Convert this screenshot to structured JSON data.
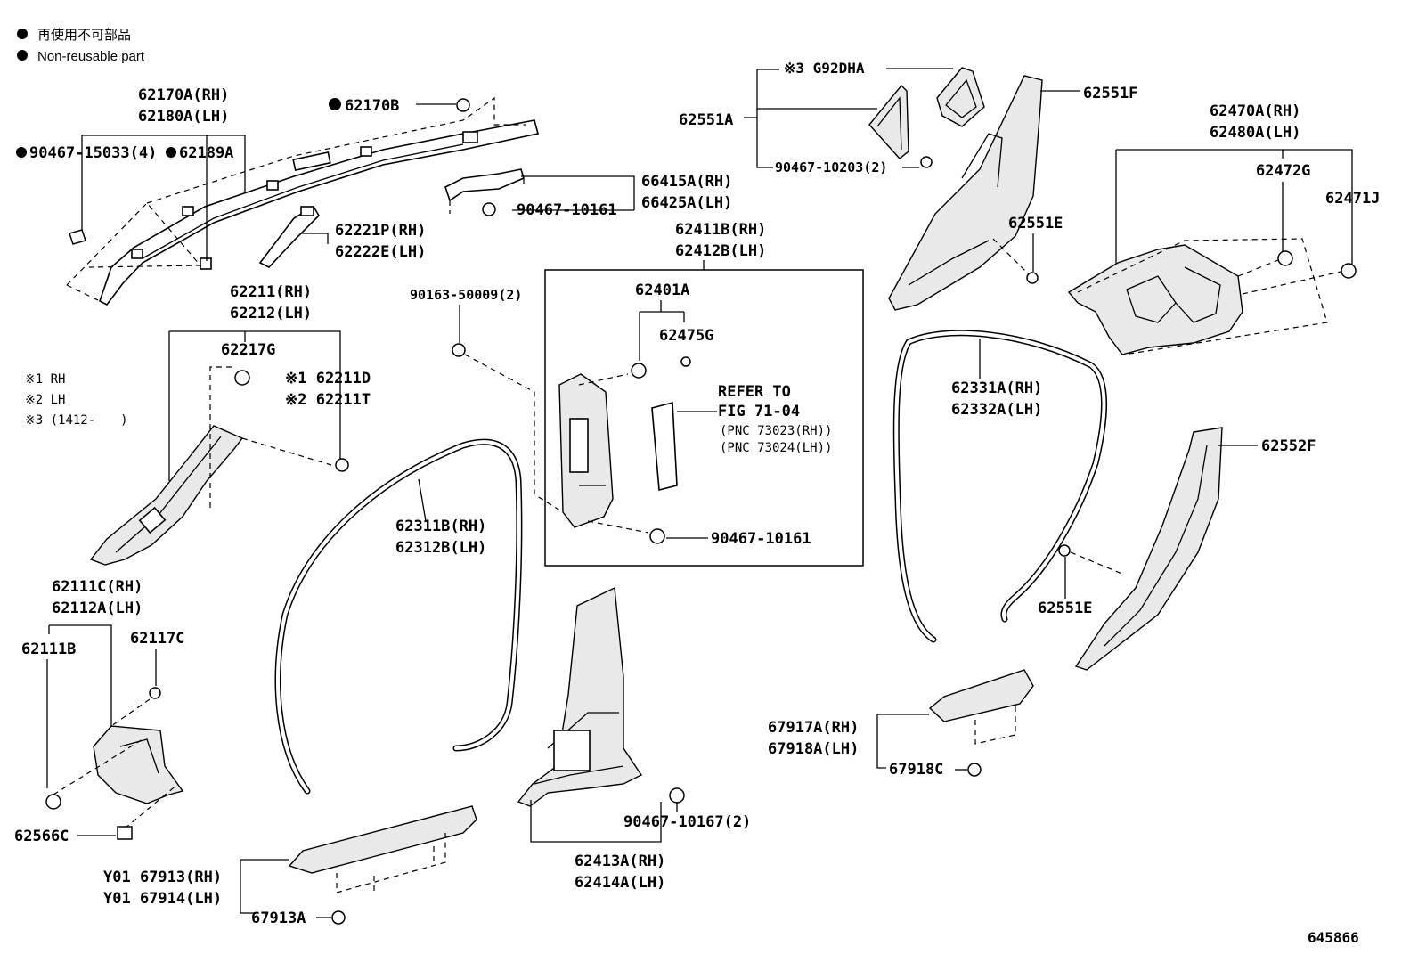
{
  "legend": {
    "jp": "再使用不可部品",
    "en": "Non-reusable part",
    "notes": [
      "※1 RH",
      "※2 LH",
      "※3 (1412-　　)"
    ]
  },
  "figure_id": "645866",
  "refer": {
    "line1": "REFER TO",
    "line2": "FIG 71-04",
    "line3": "(PNC 73023(RH))",
    "line4": "(PNC 73024(LH))"
  },
  "labels": {
    "l62170A": "62170A(RH)",
    "l62180A": "62180A(LH)",
    "l62170B": "62170B",
    "l90467_15033": "90467-15033(4)",
    "l62189A": "62189A",
    "l66415A": "66415A(RH)",
    "l66425A": "66425A(LH)",
    "l90467_10161a": "90467-10161",
    "l62221P": "62221P(RH)",
    "l62222E": "62222E(LH)",
    "l62211": "62211(RH)",
    "l62212": "62212(LH)",
    "l62217G": "62217G",
    "l62211D": "※1 62211D",
    "l62211T": "※2 62211T",
    "l90163": "90163-50009(2)",
    "l62411B": "62411B(RH)",
    "l62412B": "62412B(LH)",
    "l62401A": "62401A",
    "l62475G": "62475G",
    "l90467_10161b": "90467-10161",
    "l62311B": "62311B(RH)",
    "l62312B": "62312B(LH)",
    "l62111C": "62111C(RH)",
    "l62112A": "62112A(LH)",
    "l62111B": "62111B",
    "l62117C": "62117C",
    "l62566C": "62566C",
    "l67913RH": "Y01 67913(RH)",
    "l67914LH": "Y01 67914(LH)",
    "l67913A": "67913A",
    "l90467_10167": "90467-10167(2)",
    "l62413A": "62413A(RH)",
    "l62414A": "62414A(LH)",
    "lG92DHA": "※3 G92DHA",
    "l62551A": "62551A",
    "l90467_10203": "90467-10203(2)",
    "l62551F": "62551F",
    "l62551E_a": "62551E",
    "l62470A": "62470A(RH)",
    "l62480A": "62480A(LH)",
    "l62472G": "62472G",
    "l62471J": "62471J",
    "l62331A": "62331A(RH)",
    "l62332A": "62332A(LH)",
    "l62552F": "62552F",
    "l62551E_b": "62551E",
    "l67917A": "67917A(RH)",
    "l67918A": "67918A(LH)",
    "l67918C": "67918C"
  }
}
